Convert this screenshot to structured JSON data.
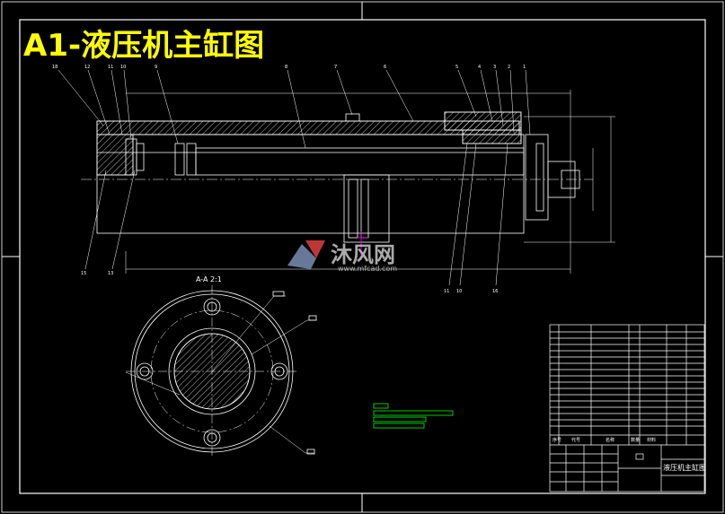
{
  "drawing": {
    "title": "A1-液压机主缸图",
    "section_label": "A-A 2:1",
    "part_numbers_top": [
      "18",
      "12",
      "11",
      "10",
      "9",
      "8",
      "7",
      "6",
      "5",
      "4",
      "3",
      "2",
      "1"
    ],
    "part_numbers_bottom_left": [
      "15",
      "13"
    ],
    "part_numbers_bottom_right": [
      "11",
      "10",
      "16"
    ]
  },
  "watermark": {
    "brand": "沐风网",
    "url": "www.mfcad.com"
  },
  "title_block": {
    "drawing_name": "液压机主缸图",
    "header_cols": [
      "序号",
      "代号",
      "名称",
      "数量",
      "材料"
    ]
  },
  "colors": {
    "background": "#000000",
    "line": "#ffffff",
    "title": "#ffff00",
    "green": "#00ff00",
    "magenta": "#ff00ff",
    "watermark": "#c8c8c8"
  }
}
